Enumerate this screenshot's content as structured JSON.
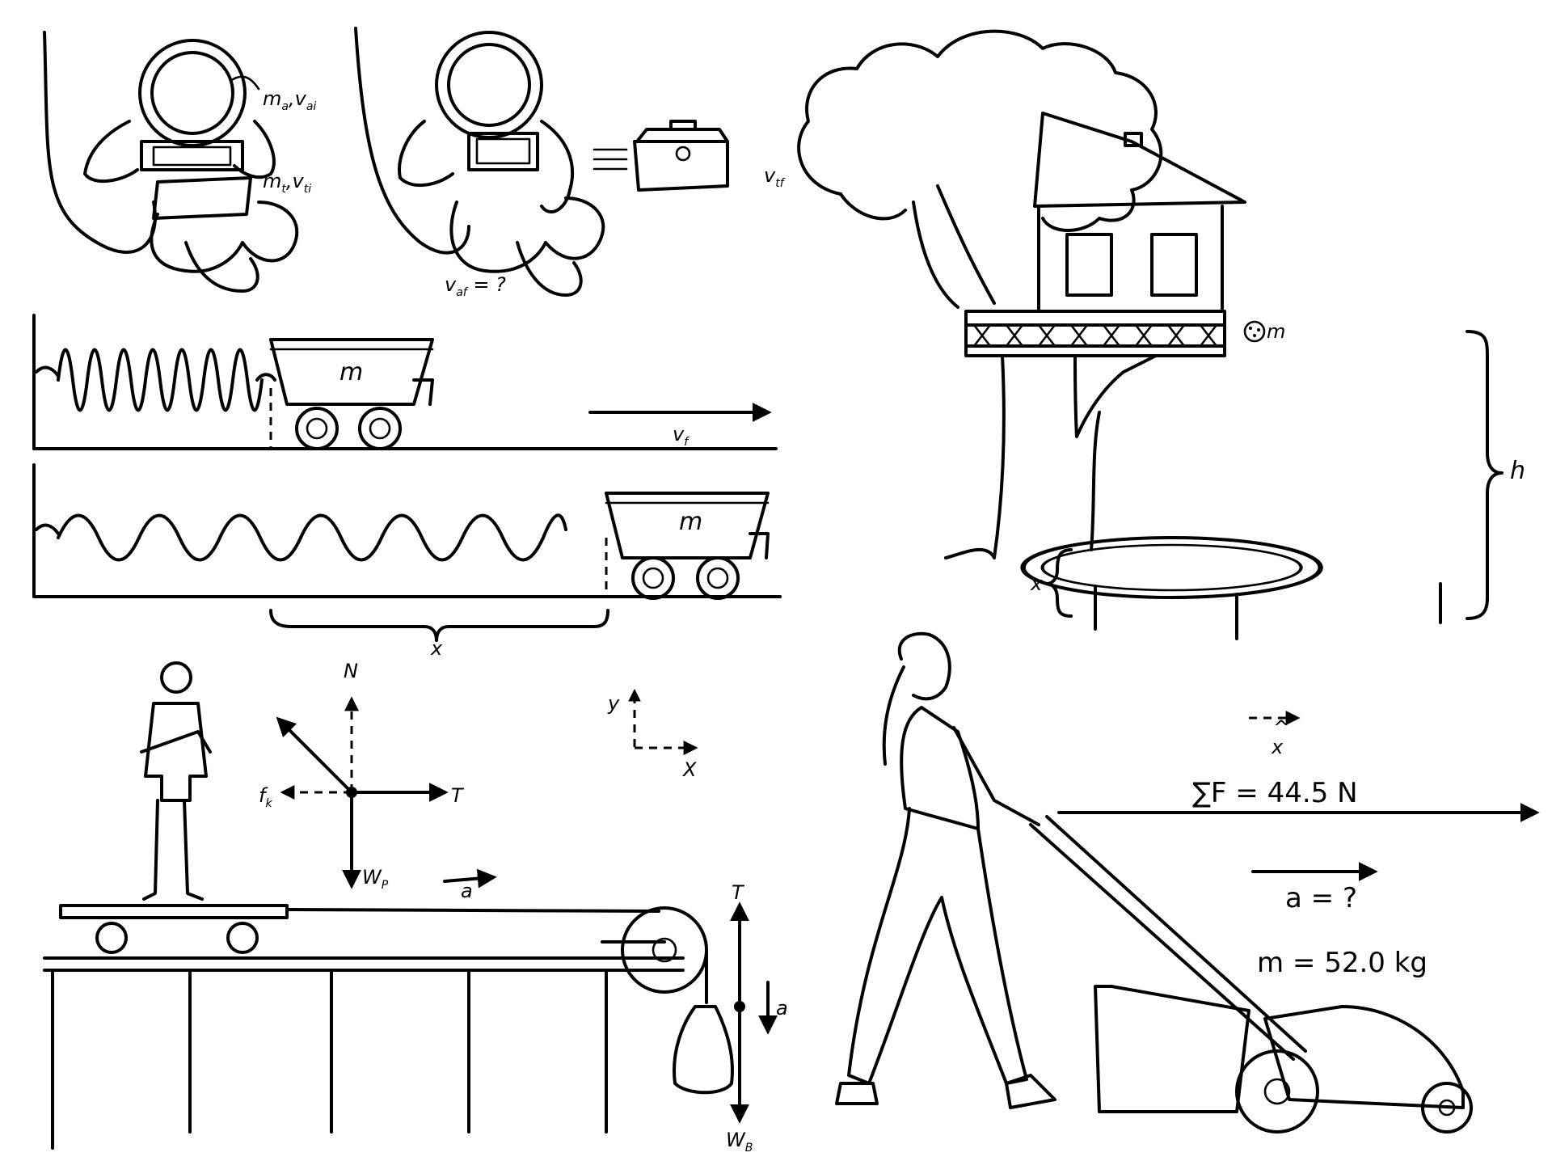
{
  "astronaut": {
    "ma": "m",
    "ma_sub": "a",
    "comma1": ",",
    "vai": "v",
    "vai_sub": "ai",
    "mt": "m",
    "mt_sub": "t",
    "comma2": ",",
    "vti": "v",
    "vti_sub": "ti",
    "vaf": "v",
    "vaf_sub": "af",
    "vaf_tail": " = ?",
    "vtf": "v",
    "vtf_sub": "tf"
  },
  "spring_cart": {
    "mass_top": "m",
    "mass_bottom": "m",
    "vf": "v",
    "vf_sub": "f",
    "displacement": "x"
  },
  "treehouse": {
    "mass": "m",
    "height": "h",
    "trampoline_depth": "x"
  },
  "pulley": {
    "normal": "N",
    "friction": "f",
    "friction_sub": "k",
    "tension": "T",
    "weight": "W",
    "weight_sub": "P",
    "axis_y": "y",
    "axis_x": "X",
    "accel": "a",
    "tension_bag": "T",
    "accel_bag": "a",
    "weight_bag": "W",
    "weight_bag_sub": "B"
  },
  "mower": {
    "xhat": "x",
    "net_force": "∑F = 44.5 N",
    "accel": "a = ?",
    "mass": "m = 52.0 kg"
  }
}
